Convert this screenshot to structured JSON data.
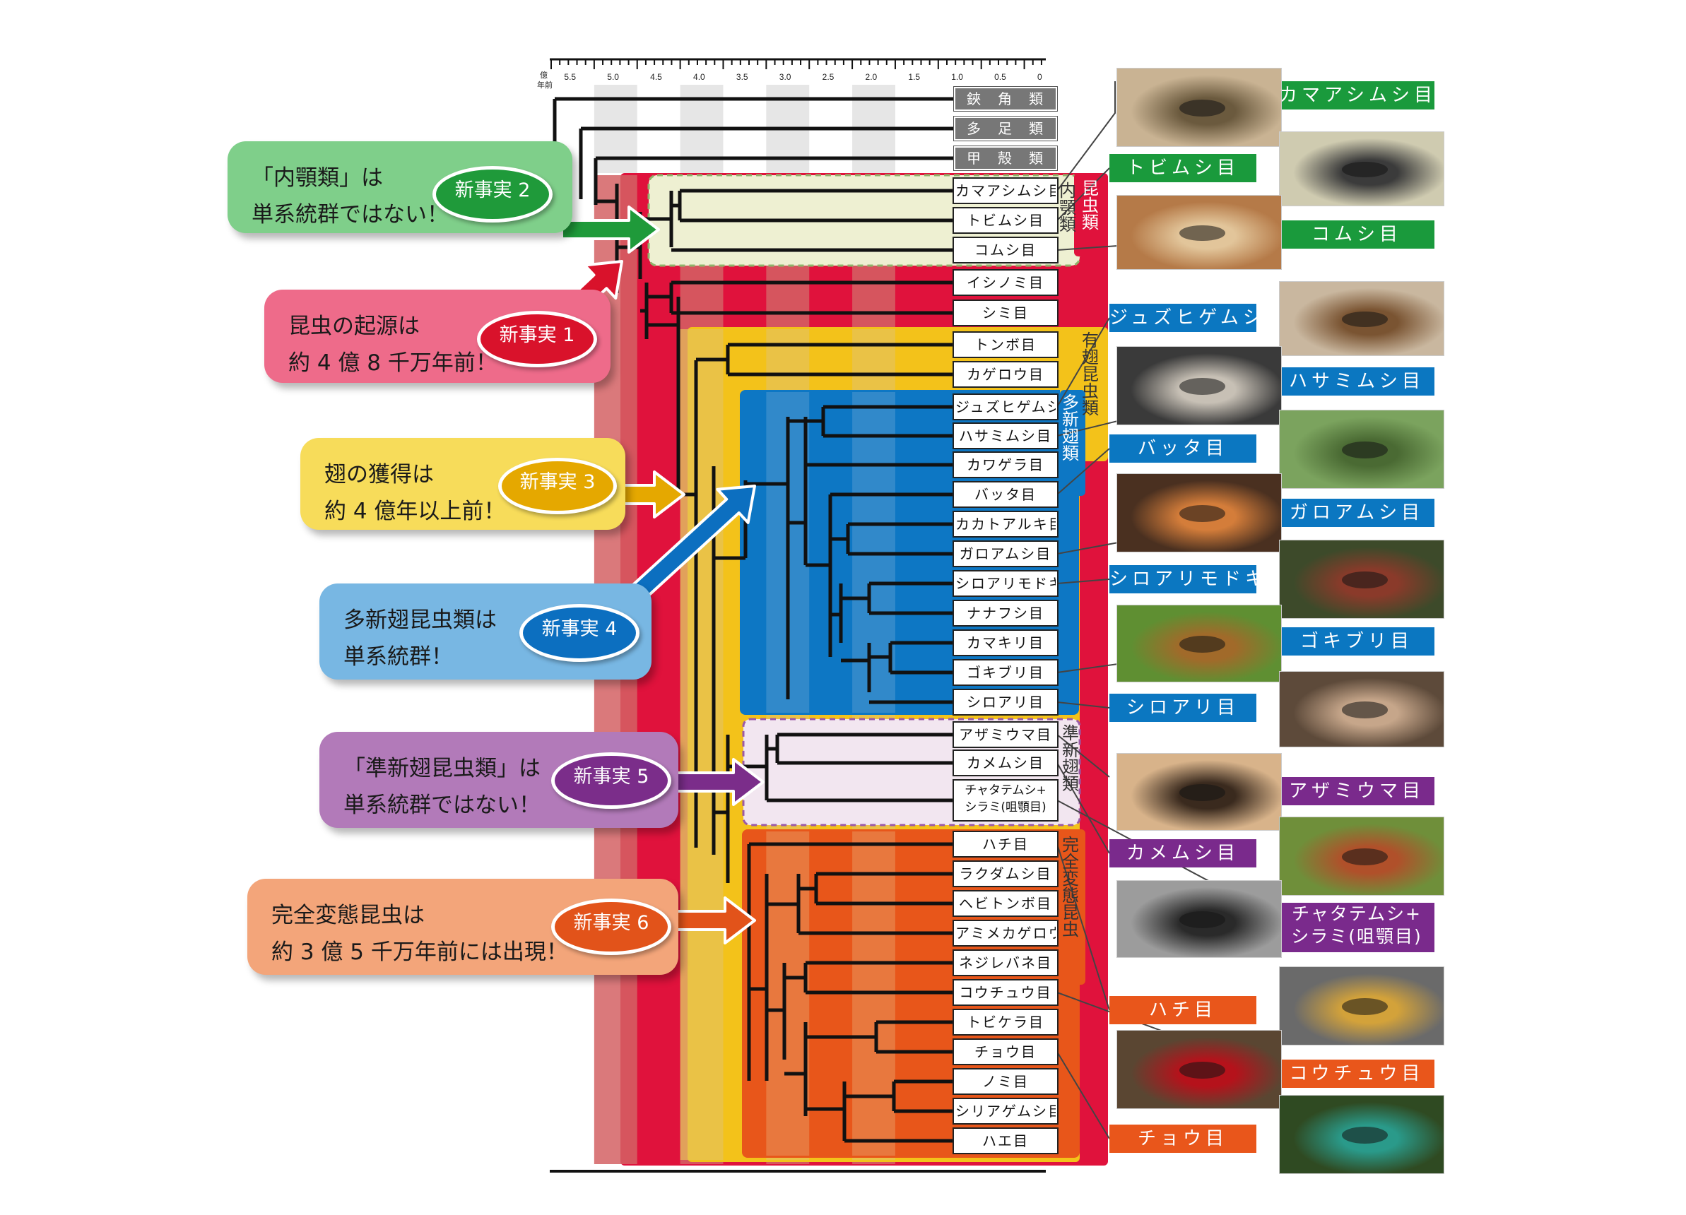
{
  "axis": {
    "unit_label": [
      "億",
      "年前"
    ],
    "ticks": [
      "5.5",
      "5.0",
      "4.5",
      "4.0",
      "3.5",
      "3.0",
      "2.5",
      "2.0",
      "1.5",
      "1.0",
      "0.5",
      "0"
    ]
  },
  "outgroups": [
    "鋏　角　類",
    "多　足　類",
    "甲　殻　類"
  ],
  "orders": [
    "カマアシムシ目",
    "トビムシ目",
    "コムシ目",
    "イシノミ目",
    "シミ目",
    "トンボ目",
    "カゲロウ目",
    "ジュズヒゲムシ目",
    "ハサミムシ目",
    "カワゲラ目",
    "バッタ目",
    "カカトアルキ目",
    "ガロアムシ目",
    "シロアリモドキ目",
    "ナナフシ目",
    "カマキリ目",
    "ゴキブリ目",
    "シロアリ目",
    "アザミウマ目",
    "カメムシ目",
    "チャタテムシ+シラミ(咀顎目)",
    "ハチ目",
    "ラクダムシ目",
    "ヘビトンボ目",
    "アミメカゲロウ目",
    "ネジレバネ目",
    "コウチュウ目",
    "トビケラ目",
    "チョウ目",
    "ノミ目",
    "シリアゲムシ目",
    "ハエ目"
  ],
  "group_labels": {
    "insecta": "昆虫類",
    "entognatha": "内顎類",
    "pterygota": "有翅昆虫類",
    "polyneoptera": "多新翅類",
    "paraneoptera": "準新翅類",
    "holometabola": "完全変態昆虫"
  },
  "callouts": [
    {
      "text": "「内顎類」は\n単系統群ではない！",
      "badge": "新事実 2",
      "bg": "#7fcf8a",
      "badge_color": "#1f9a3a"
    },
    {
      "text": "昆虫の起源は\n約 4 億 8 千万年前！",
      "badge": "新事実 1",
      "bg": "#ee6b8a",
      "badge_color": "#d9122b"
    },
    {
      "text": "翅の獲得は\n約 4 億年以上前！",
      "badge": "新事実 3",
      "bg": "#f7dc5a",
      "badge_color": "#e5a800"
    },
    {
      "text": "多新翅昆虫類は\n単系統群！",
      "badge": "新事実 4",
      "bg": "#78b7e3",
      "badge_color": "#0c6fc0"
    },
    {
      "text": "「準新翅昆虫類」は\n単系統群ではない！",
      "badge": "新事実 5",
      "bg": "#b27ab9",
      "badge_color": "#7b2d8a"
    },
    {
      "text": "完全変態昆虫は\n約 3 億 5 千万年前には出現！",
      "badge": "新事実 6",
      "bg": "#f3a57a",
      "badge_color": "#e2531a"
    }
  ],
  "photo_labels": [
    {
      "text": "カマアシムシ目",
      "color": "#1a9a3c"
    },
    {
      "text": "トビムシ目",
      "color": "#1a9a3c"
    },
    {
      "text": "コムシ目",
      "color": "#1a9a3c"
    },
    {
      "text": "ジュズヒゲムシ目",
      "color": "#0b77c1"
    },
    {
      "text": "ハサミムシ目",
      "color": "#0b77c1"
    },
    {
      "text": "バッタ目",
      "color": "#0b77c1"
    },
    {
      "text": "ガロアムシ目",
      "color": "#0b77c1"
    },
    {
      "text": "シロアリモドキ目",
      "color": "#0b77c1"
    },
    {
      "text": "ゴキブリ目",
      "color": "#0b77c1"
    },
    {
      "text": "シロアリ目",
      "color": "#0b77c1"
    },
    {
      "text": "アザミウマ目",
      "color": "#7a2a8c"
    },
    {
      "text": "カメムシ目",
      "color": "#7a2a8c"
    },
    {
      "text": "チャタテムシ+\nシラミ(咀顎目)",
      "color": "#7a2a8c"
    },
    {
      "text": "ハチ目",
      "color": "#e9561b"
    },
    {
      "text": "コウチュウ目",
      "color": "#e9561b"
    },
    {
      "text": "チョウ目",
      "color": "#e9561b"
    }
  ],
  "photos": [
    "proturan-photo",
    "springtail-photo",
    "dipluran-photo",
    "zoraptera-photo",
    "earwig-photo",
    "grasshopper-photo",
    "ice-crawler-photo",
    "webspinner-photo",
    "cockroach-photo",
    "termite-photo",
    "thrips-photo",
    "stinkbug-photo",
    "booklouse-photo",
    "wasp-photo",
    "beetle-photo",
    "butterfly-photo"
  ],
  "colors": {
    "insecta": "#e0123c",
    "pterygota": "#f3c21a",
    "polyneoptera": "#0d77c4",
    "paraneoptera": "#f2e6f0",
    "holometabola": "#e8561a",
    "entognatha": "#eef0d2"
  }
}
